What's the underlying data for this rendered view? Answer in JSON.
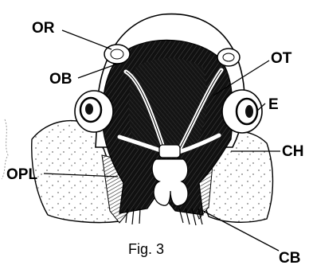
{
  "figure": {
    "caption": "Fig. 3",
    "labels": {
      "or": "OR",
      "ob": "OB",
      "ot": "OT",
      "e": "E",
      "ch": "CH",
      "opl": "OPL",
      "cb": "CB"
    }
  }
}
